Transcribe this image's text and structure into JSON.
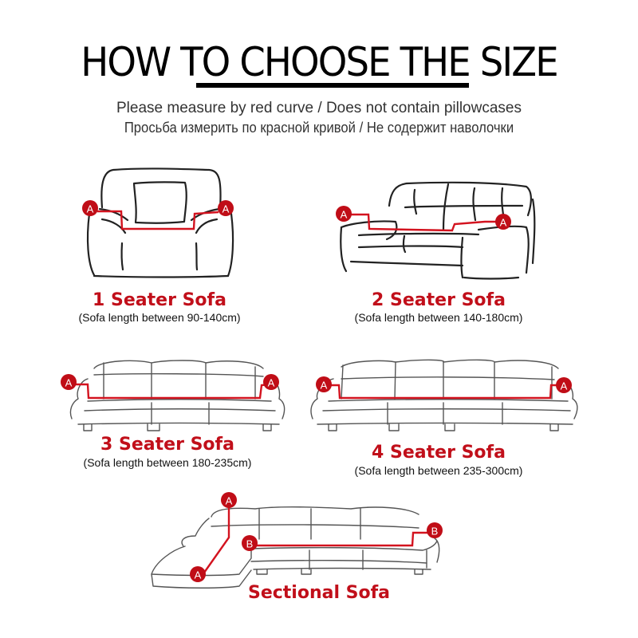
{
  "header": {
    "title": "HOW TO CHOOSE THE SIZE",
    "subtitle_en": "Please measure by red curve / Does not contain pillowcases",
    "subtitle_ru": "Просьба измерить по красной кривой  /  Не содержит наволочки"
  },
  "colors": {
    "accent_red": "#c10f1a",
    "line_red": "#d3131f",
    "badge_red": "#c00d17",
    "text_dark": "#000000"
  },
  "sofas": [
    {
      "name": "1 Seater Sofa",
      "range": "(Sofa length between 90-140cm)",
      "markers": [
        "A",
        "A"
      ]
    },
    {
      "name": "2 Seater Sofa",
      "range": "(Sofa length between 140-180cm)",
      "markers": [
        "A",
        "A"
      ]
    },
    {
      "name": "3 Seater Sofa",
      "range": "(Sofa length between 180-235cm)",
      "markers": [
        "A",
        "A"
      ]
    },
    {
      "name": "4 Seater Sofa",
      "range": "(Sofa length between 235-300cm)",
      "markers": [
        "A",
        "A"
      ]
    },
    {
      "name": "Sectional Sofa",
      "markers": [
        "A",
        "A",
        "B",
        "B"
      ]
    }
  ]
}
